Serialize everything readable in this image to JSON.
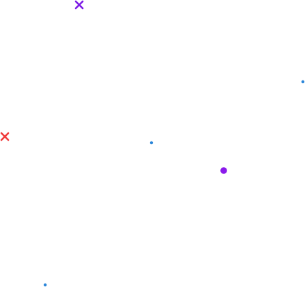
{
  "marks": [
    {
      "id": "mark-purple-cross",
      "shape": "cross",
      "color": "#7b19e6"
    },
    {
      "id": "mark-red-cross",
      "shape": "cross",
      "color": "#f03c3c"
    },
    {
      "id": "mark-purple-dot",
      "shape": "dot",
      "color": "#8a1aeb"
    },
    {
      "id": "mark-blue-dot-1",
      "shape": "dot",
      "color": "#2b86d9"
    },
    {
      "id": "mark-blue-dot-2",
      "shape": "dot",
      "color": "#2b86d9"
    },
    {
      "id": "mark-blue-dot-3",
      "shape": "dot",
      "color": "#2b86d9"
    }
  ]
}
